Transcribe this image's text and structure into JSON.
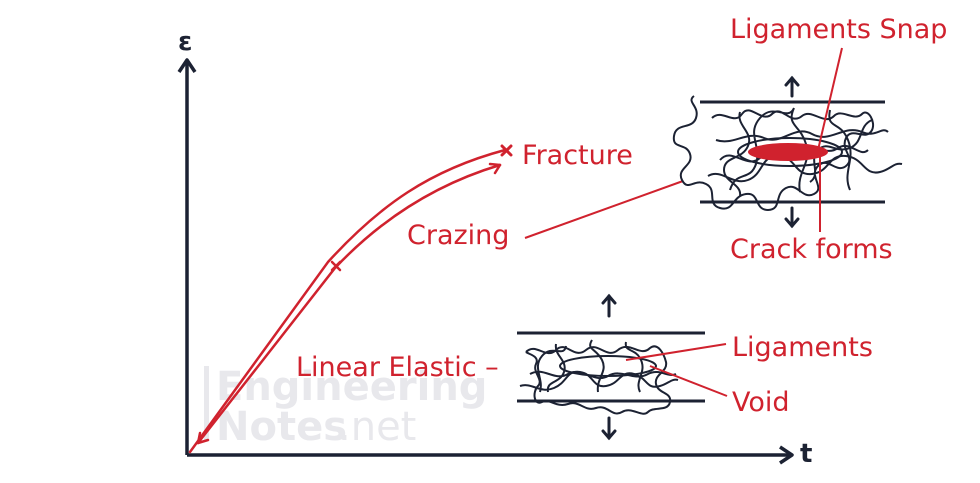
{
  "axes": {
    "y_label": "ε",
    "x_label": "t"
  },
  "labels": {
    "fracture": "Fracture",
    "crazing": "Crazing",
    "linear_elastic": "Linear Elastic –",
    "ligaments_snap": "Ligaments Snap",
    "crack_forms": "Crack forms",
    "ligaments": "Ligaments",
    "void": "Void"
  },
  "watermark": {
    "line1": "Engineering",
    "line2a": "Notes",
    "line2b": ".net"
  },
  "colors": {
    "accent": "#d0222e",
    "ink": "#1c2233",
    "watermark": "#e8e8ec"
  }
}
